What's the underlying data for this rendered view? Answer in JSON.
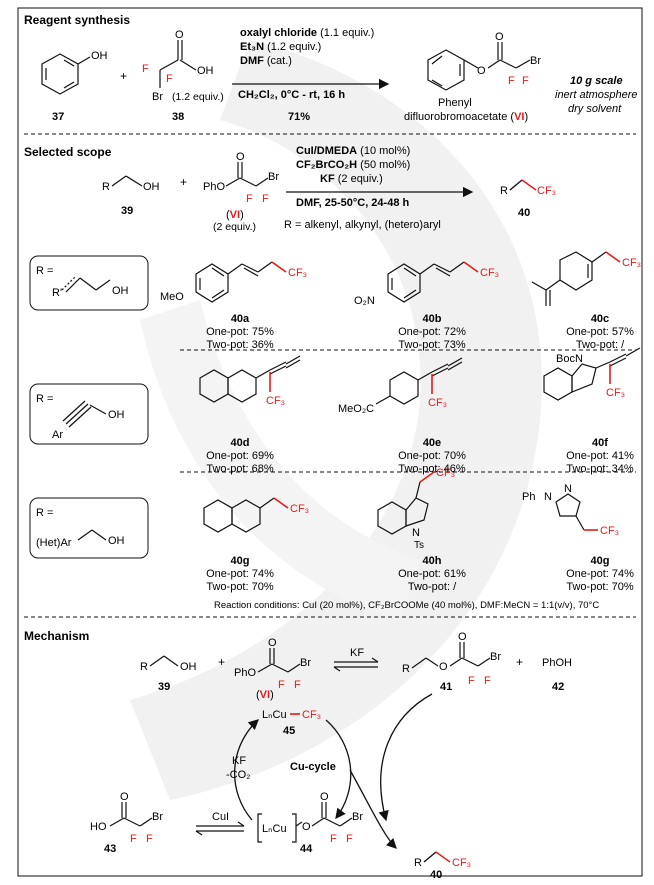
{
  "sections": {
    "reagent": "Reagent synthesis",
    "scope": "Selected scope",
    "mechanism": "Mechanism"
  },
  "reagent_synthesis": {
    "phenol_oh": "OH",
    "acid_oh": "OH",
    "acid_o": "O",
    "acid_br": "Br",
    "acid_f1": "F",
    "acid_f2": "F",
    "plus": "+",
    "cpd37": "37",
    "cpd38": "38",
    "equiv38": "(1.2 equiv.)",
    "cond1": "oxalyl chloride",
    "cond1_eq": "(1.1 equiv.)",
    "cond2": "Et₃N",
    "cond2_eq": "(1.2 equiv.)",
    "cond3": "DMF",
    "cond3_eq": "(cat.)",
    "cond4": "CH₂Cl₂, 0°C - rt, 16 h",
    "yield": "71%",
    "prod_o1": "O",
    "prod_o2": "O",
    "prod_br": "Br",
    "prod_f1": "F",
    "prod_f2": "F",
    "prod_name1": "Phenyl",
    "prod_name2": "difluorobromoacetate (",
    "prod_vi": "VI",
    "prod_close": ")",
    "scale": "10 g scale",
    "atm": "inert atmosphere",
    "solvent": "dry solvent"
  },
  "scope": {
    "r": "R",
    "oh": "OH",
    "cpd39": "39",
    "plus": "+",
    "pho": "PhO",
    "o": "O",
    "br": "Br",
    "f1": "F",
    "f2": "F",
    "vi_open": "(",
    "vi": "VI",
    "vi_close": ")",
    "vi_equiv": "(2 equiv.)",
    "cond1": "CuI/DMEDA",
    "cond1_eq": "(10 mol%)",
    "cond2": "CF₂BrCO₂H",
    "cond2_eq": "(50 mol%)",
    "cond3": "KF",
    "cond3_eq": "(2 equiv.)",
    "cond4": "DMF, 25-50°C, 24-48 h",
    "r_def": "R = alkenyl, alkynyl, (hetero)aryl",
    "prod_r": "R",
    "prod_cf3": "CF₃",
    "cpd40": "40",
    "box1_r": "R =",
    "box1_rp": "R'",
    "box1_oh": "OH",
    "box2_r": "R =",
    "box2_ar": "Ar",
    "box2_oh": "OH",
    "box3_r": "R =",
    "box3_hetar": "(Het)Ar",
    "box3_oh": "OH",
    "meo": "MeO",
    "o2n": "O₂N",
    "meo2c": "MeO₂C",
    "bocn": "BocN",
    "n_ts": "N",
    "ts": "Ts",
    "ph_n": "Ph",
    "n1": "N",
    "n2": "N",
    "cf3": "CF₃",
    "items": [
      {
        "id": "40a",
        "one": "One-pot: 75%",
        "two": "Two-pot: 36%"
      },
      {
        "id": "40b",
        "one": "One-pot: 72%",
        "two": "Two-pot: 73%"
      },
      {
        "id": "40c",
        "one": "One-pot: 57%",
        "two": "Two-pot: /"
      },
      {
        "id": "40d",
        "one": "One-pot: 69%",
        "two": "Two-pot: 68%"
      },
      {
        "id": "40e",
        "one": "One-pot: 70%",
        "two": "Two-pot: 46%"
      },
      {
        "id": "40f",
        "one": "One-pot: 41%",
        "two": "Two-pot: 34%"
      },
      {
        "id": "40g",
        "one": "One-pot: 74%",
        "two": "Two-pot: 70%"
      },
      {
        "id": "40h",
        "one": "One-pot: 61%",
        "two": "Two-pot: /"
      },
      {
        "id": "40g",
        "one": "One-pot: 74%",
        "two": "Two-pot: 70%"
      }
    ],
    "footnote": "Reaction conditions: CuI (20 mol%), CF₂BrCOOMe (40 mol%), DMF:MeCN = 1:1(v/v), 70°C"
  },
  "mechanism": {
    "r": "R",
    "oh": "OH",
    "cpd39": "39",
    "plus1": "+",
    "pho": "PhO",
    "o": "O",
    "br": "Br",
    "f1": "F",
    "f2": "F",
    "vi_open": "(",
    "vi": "VI",
    "vi_close": ")",
    "kf": "KF",
    "ester_r": "R",
    "ester_o": "O",
    "ester_o2": "O",
    "ester_br": "Br",
    "ester_f1": "F",
    "ester_f2": "F",
    "cpd41": "41",
    "plus2": "+",
    "phoh": "PhOH",
    "cpd42": "42",
    "lncu": "LₙCu",
    "cf3": "CF₃",
    "cpd45": "45",
    "kf2": "KF",
    "co2": "-CO₂",
    "cycle": "Cu-cycle",
    "acid_ho": "HO",
    "acid_o": "O",
    "acid_br": "Br",
    "acid_f1": "F",
    "acid_f2": "F",
    "cpd43": "43",
    "cui": "CuI",
    "cu_lncu": "LₙCu",
    "cu_o": "O",
    "cu_o2": "O",
    "cu_br": "Br",
    "cu_f1": "F",
    "cu_f2": "F",
    "cpd44": "44",
    "prod_r": "R",
    "prod_cf3": "CF₃",
    "cpd40": "40"
  },
  "colors": {
    "accent": "#e31b1b",
    "text": "#111111",
    "watermark": "#e6e6e6"
  }
}
